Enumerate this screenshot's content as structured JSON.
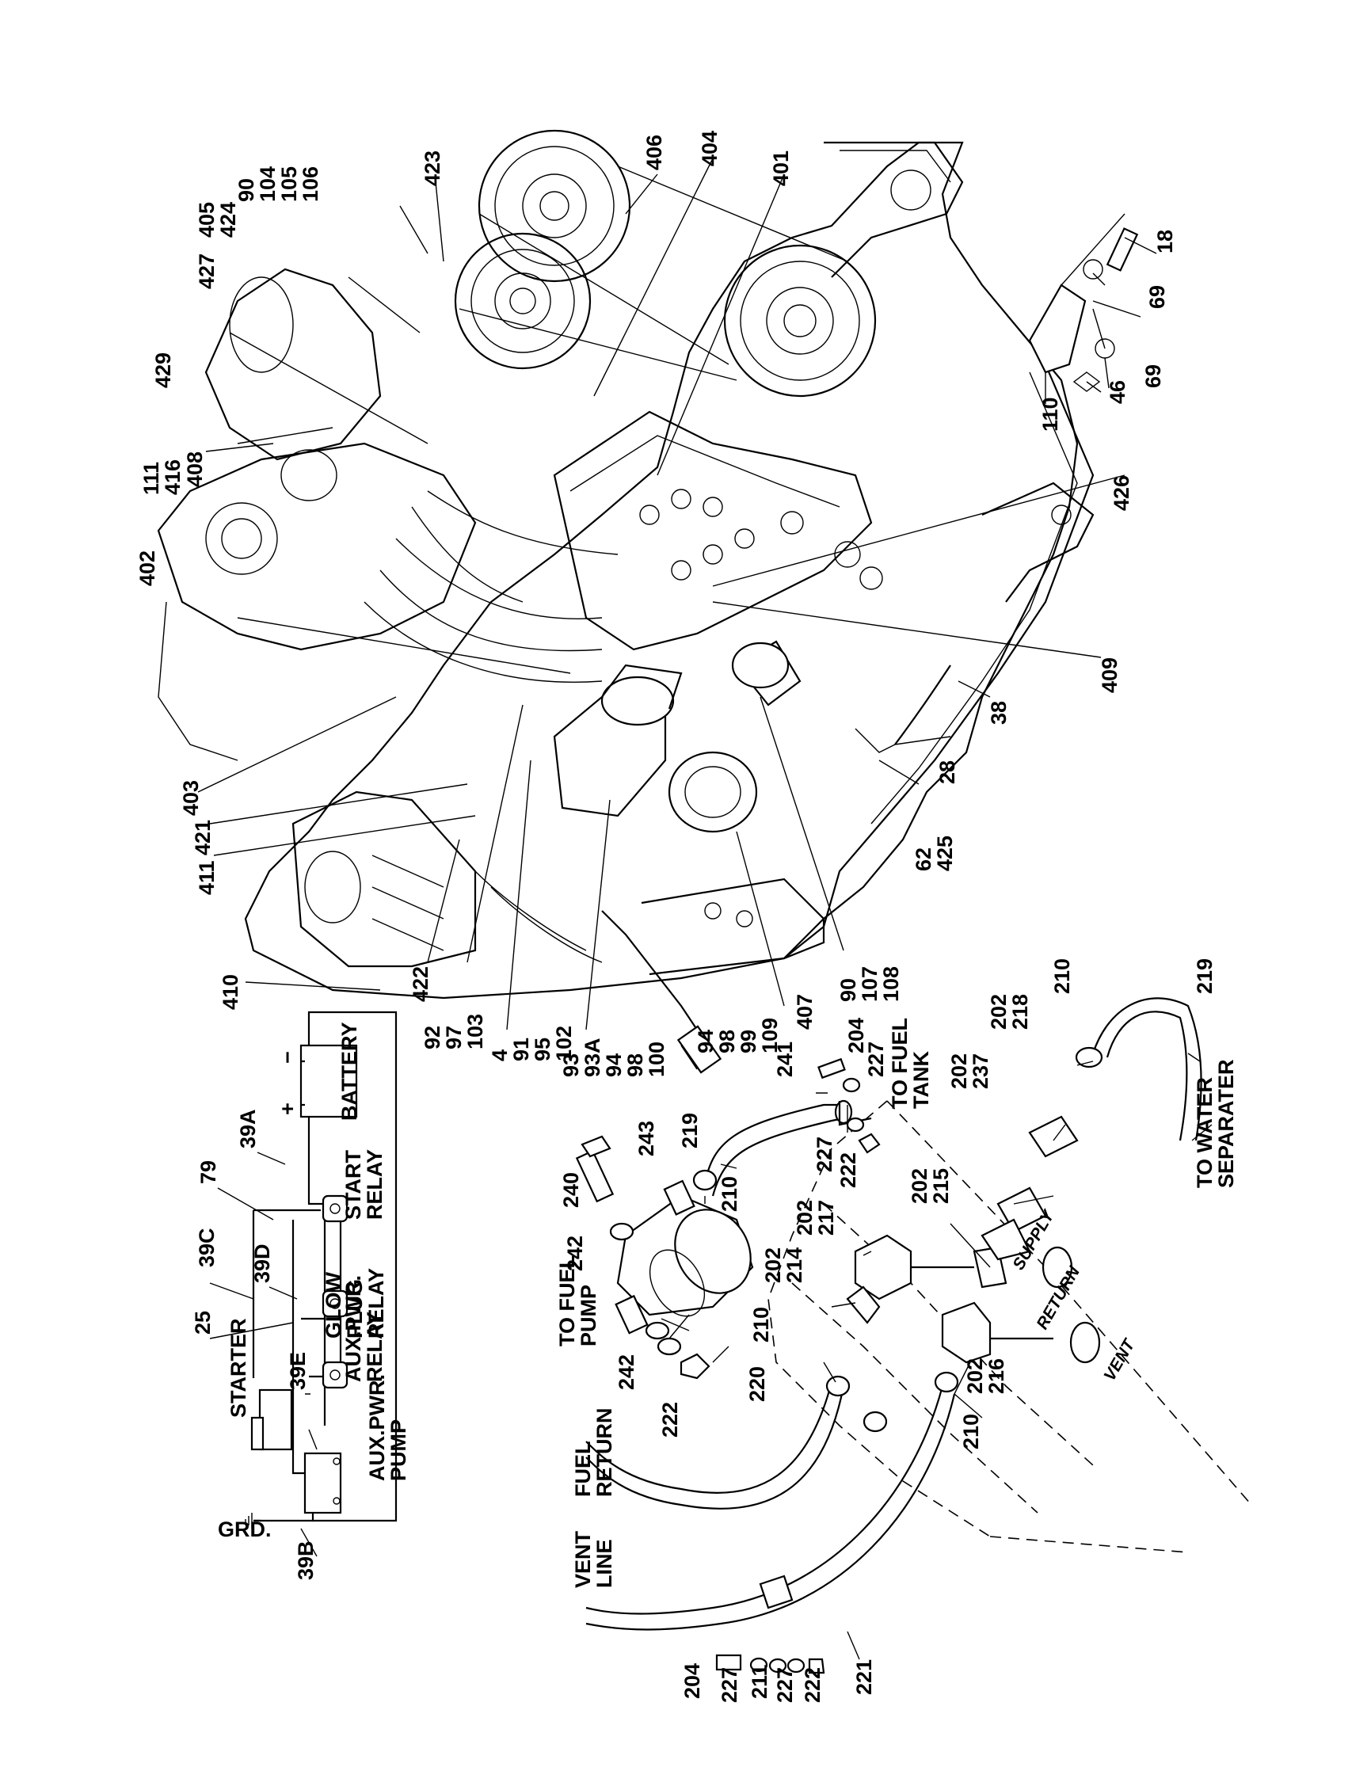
{
  "wiring": {
    "battery": "BATTERY",
    "plus": "+",
    "minus": "−",
    "start_relay": [
      "START",
      "RELAY"
    ],
    "glow_plug_relay": [
      "GLOW",
      "PLUG",
      "RELAY"
    ],
    "aux_pwr_relay": [
      "AUX.PWR.",
      "RELAY"
    ],
    "starter": "STARTER",
    "aux_pwr_pump": [
      "AUX.PWR.",
      "PUMP"
    ],
    "grd": "GRD.",
    "wire_labels": {
      "w39a": "39A",
      "w79": "79",
      "w39c": "39C",
      "w39d": "39D",
      "w25": "25",
      "w39e": "39E",
      "w39b": "39B"
    }
  },
  "fuel": {
    "to_fuel_pump": [
      "TO FUEL",
      "PUMP"
    ],
    "fuel_return": [
      "FUEL",
      "RETURN"
    ],
    "vent_line": [
      "VENT",
      "LINE"
    ],
    "to_fuel_tank": [
      "TO FUEL",
      "TANK"
    ],
    "to_water_separater": [
      "TO WATER",
      "SEPARATER"
    ],
    "supply": "SUPPLY",
    "return": "RETURN",
    "vent": "VENT"
  },
  "callouts": {
    "c18": "18",
    "c69a": "69",
    "c69b": "69",
    "c46": "46",
    "c110": "110",
    "c406": "406",
    "c404": "404",
    "c401": "401",
    "c423": "423",
    "c90a": [
      "90",
      "104",
      "105",
      "106"
    ],
    "c405": [
      "405",
      "424"
    ],
    "c427": "427",
    "c429": "429",
    "c111": "111",
    "c416": "416",
    "c408": "408",
    "c426": "426",
    "c402": "402",
    "c409": "409",
    "c38": "38",
    "c28": "28",
    "c62": [
      "62",
      "425"
    ],
    "c90b": [
      "90",
      "107",
      "108"
    ],
    "c403": "403",
    "c421": "421",
    "c411": "411",
    "c410": "410",
    "c422": "422",
    "c92": [
      "92",
      "97",
      "103"
    ],
    "c4": [
      "4",
      "91",
      "95",
      "102"
    ],
    "c93": [
      "93",
      "93A",
      "94",
      "98",
      "100"
    ],
    "c94": [
      "94",
      "98",
      "99",
      "109"
    ],
    "c407": "407",
    "c210a": "210",
    "c219a": "219",
    "c202a": [
      "202",
      "218"
    ],
    "c202b": [
      "202",
      "237"
    ],
    "c241": "241",
    "c204a": "204",
    "c227a": "227",
    "c219b": "219",
    "c227b": "227",
    "c222a": "222",
    "c240": "240",
    "c243": "243",
    "c210b": "210",
    "c202c": [
      "202",
      "215"
    ],
    "c242a": "242",
    "c202d": [
      "202",
      "217"
    ],
    "c202e": [
      "202",
      "214"
    ],
    "c210c": "210",
    "c220": "220",
    "c242b": "242",
    "c222b": "222",
    "c202f": [
      "202",
      "216"
    ],
    "c210d": "210",
    "c204b": "204",
    "c227c": "227",
    "c211": "211",
    "c227d": "227",
    "c222c": "222",
    "c221": "221"
  }
}
